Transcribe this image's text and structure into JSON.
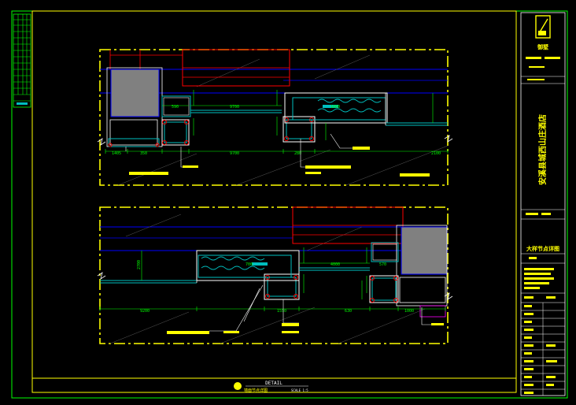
{
  "drawing": {
    "footer_title": "DETAIL",
    "footer_subtitle": "墙面节点详图",
    "footer_scale": "SCALE 1:5"
  },
  "title_block": {
    "logo_text": "御墅",
    "project_name": "安溪县城西山庄酒店",
    "drawing_name": "大样节点详图"
  },
  "dimensions": {
    "upper": [
      "1405",
      "350",
      "9700",
      "2100",
      "9700",
      "1000",
      "280",
      "590"
    ],
    "lower": [
      "2700",
      "9200",
      "1550",
      "630",
      "4000",
      "700",
      "570",
      "1000"
    ]
  },
  "colors": {
    "frame": "#ffff00",
    "wall": "#0000ff",
    "dimension": "#00ff00",
    "panel": "#00bfbf",
    "fill_grey": "#808080",
    "accent_red": "#ff0000",
    "accent_magenta": "#ff00ff"
  }
}
